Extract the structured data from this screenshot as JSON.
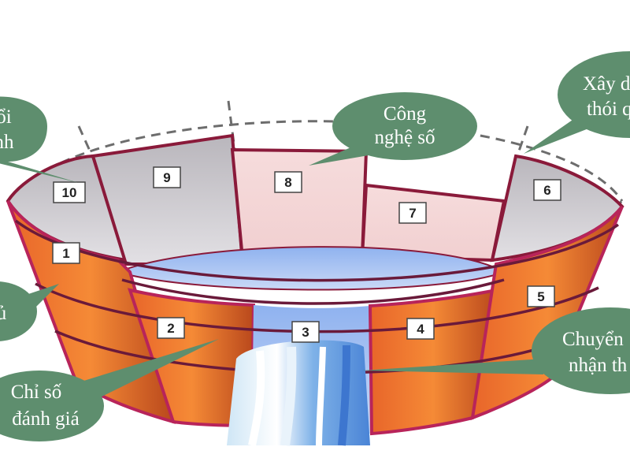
{
  "staves": [
    {
      "number": "1"
    },
    {
      "number": "2"
    },
    {
      "number": "3"
    },
    {
      "number": "4"
    },
    {
      "number": "5"
    },
    {
      "number": "6"
    },
    {
      "number": "7"
    },
    {
      "number": "8"
    },
    {
      "number": "9"
    },
    {
      "number": "10"
    }
  ],
  "callouts": {
    "top_left": {
      "line1": "ổi",
      "line2": "nh"
    },
    "cong_nghe_so": {
      "line1": "Công",
      "line2": "nghệ số"
    },
    "xay_dung": {
      "line1": "Xây d",
      "line2": "thói q"
    },
    "left_mid": {
      "line1": "ủ"
    },
    "chi_so": {
      "line1": "Chỉ số",
      "line2": "đánh giá"
    },
    "chuyen": {
      "line1": "Chuyển",
      "line2": "nhận th"
    }
  },
  "colors": {
    "outer_orange": "#f07a2a",
    "outer_dark": "#b84a1a",
    "rim": "#8a1a3a",
    "inner_grey": "#cfcfd4",
    "inner_pink": "#f4d6d6",
    "water": "#a9c2f2",
    "callout_green": "#5e8e6e"
  }
}
